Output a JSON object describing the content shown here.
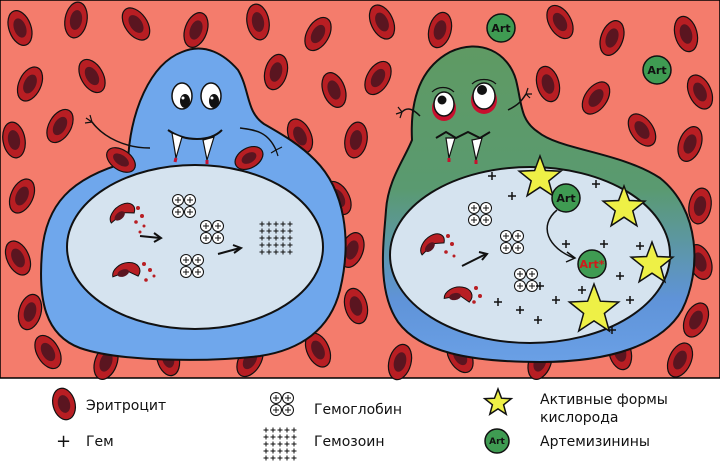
{
  "colors": {
    "background": "#f47c6c",
    "rbc_outer": "#b81e23",
    "rbc_inner": "#5a1520",
    "parasite_blue": "#6fa7ec",
    "parasite_green_top": "#5f9a63",
    "parasite_green_bottom": "#5f93d8",
    "vacuole": "#d5e3ef",
    "star": "#eef046",
    "art_circle": "#3f9b52",
    "art_star_text": "#d11a1a"
  },
  "art_bubbles": {
    "background_1": "Art",
    "background_2": "Art",
    "vacuole_art": "Art",
    "vacuole_art_active": "Art*"
  },
  "legend": {
    "erythrocyte": "Эритроцит",
    "heme": "Гем",
    "hemoglobin": "Гемоглобин",
    "hemozoin": "Гемозоин",
    "ros_line1": "Активные формы",
    "ros_line2": "кислорода",
    "artemisinins": "Артемизинины",
    "art_icon": "Art"
  }
}
